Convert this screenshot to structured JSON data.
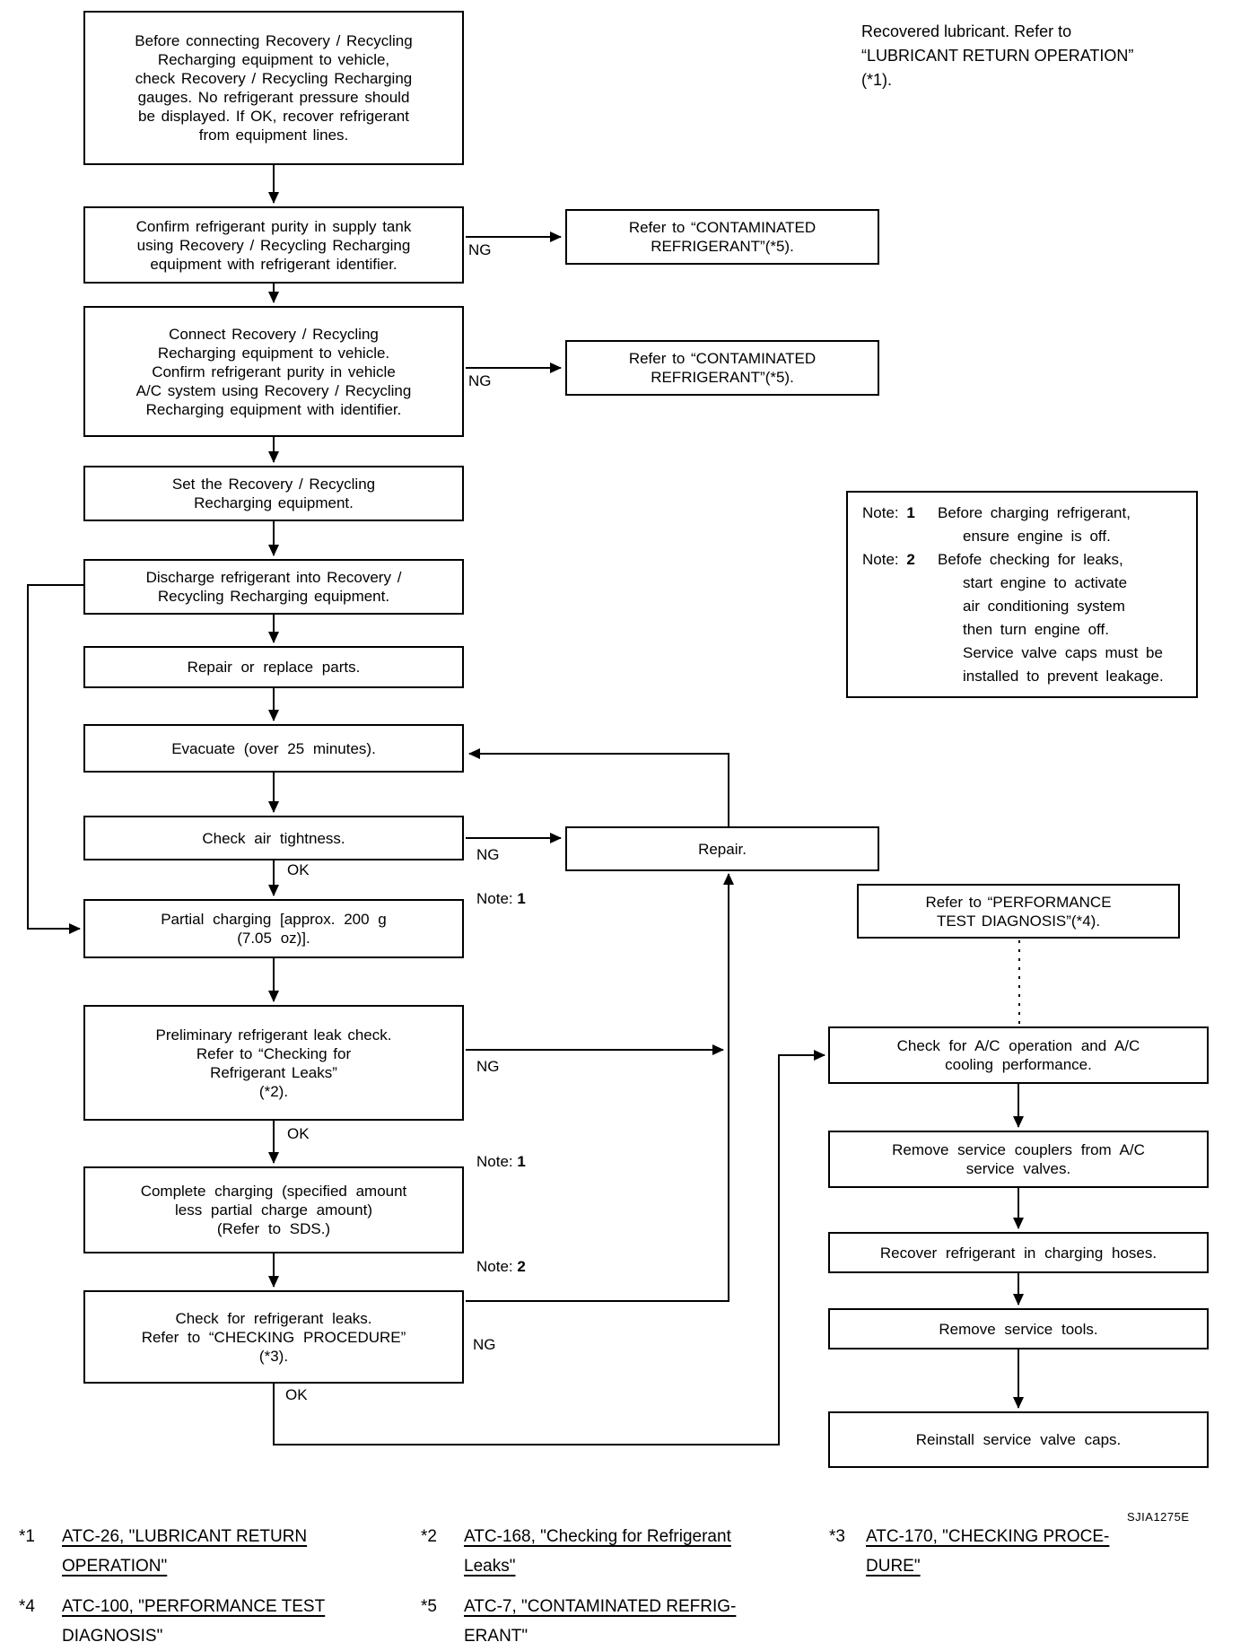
{
  "page": {
    "background": "#ffffff",
    "ink_color": "#000000",
    "code_label": "SJIA1275E"
  },
  "labels": {
    "ng": "NG",
    "ok": "OK",
    "note": "Note:",
    "n1": "1",
    "n2": "2"
  },
  "boxes": {
    "b1": "Before connecting Recovery / Recycling\nRecharging equipment to vehicle,\ncheck Recovery / Recycling Recharging\ngauges. No refrigerant pressure should\nbe displayed. If OK, recover refrigerant\nfrom equipment lines.",
    "b2": "Confirm refrigerant purity in supply tank\nusing Recovery / Recycling Recharging\nequipment with refrigerant identifier.",
    "b3": "Connect Recovery / Recycling\nRecharging equipment to vehicle.\nConfirm refrigerant purity in vehicle\nA/C system using Recovery / Recycling\nRecharging equipment with identifier.",
    "b4": "Set the Recovery / Recycling\nRecharging equipment.",
    "b5": "Discharge refrigerant into Recovery /\nRecycling Recharging equipment.",
    "b6": "Repair or replace parts.",
    "b7": "Evacuate (over 25 minutes).",
    "b8": "Check air tightness.",
    "b9": "Partial charging [approx. 200 g\n(7.05 oz)].",
    "b10": "Preliminary refrigerant leak check.\nRefer to “Checking for\nRefrigerant Leaks”\n(*2).",
    "b11": "Complete charging (specified amount\nless partial charge amount)\n(Refer to SDS.)",
    "b12": "Check for refrigerant leaks.\nRefer to “CHECKING PROCEDURE”\n(*3).",
    "contaminated1": "Refer to “CONTAMINATED\nREFRIGERANT”(*5).",
    "contaminated2": "Refer to “CONTAMINATED\nREFRIGERANT”(*5).",
    "repair": "Repair.",
    "performance": "Refer to “PERFORMANCE\nTEST DIAGNOSIS”(*4).",
    "rc1": "Check for A/C operation and A/C\ncooling performance.",
    "rc2": "Remove service couplers from A/C\nservice valves.",
    "rc3": "Recover refrigerant in charging hoses.",
    "rc4": "Remove service tools.",
    "rc5": "Reinstall service valve caps."
  },
  "annotations": {
    "recovered_lubricant": "Recovered lubricant. Refer to\n“LUBRICANT RETURN OPERATION”\n(*1)."
  },
  "notes": {
    "n1_text": "Before charging refrigerant,\nensure engine is off.",
    "n2_text": "Befofe checking for leaks,\nstart engine to activate\nair conditioning system\nthen turn engine off.\nService valve caps must be\ninstalled to prevent leakage."
  },
  "footnotes": [
    {
      "marker": "*1",
      "text": "ATC-26, \"LUBRICANT RETURN\nOPERATION\""
    },
    {
      "marker": "*2",
      "text": "ATC-168, \"Checking for Refrigerant\nLeaks\""
    },
    {
      "marker": "*3",
      "text": "ATC-170, \"CHECKING PROCE-\nDURE\""
    },
    {
      "marker": "*4",
      "text": "ATC-100, \"PERFORMANCE TEST\nDIAGNOSIS\""
    },
    {
      "marker": "*5",
      "text": "ATC-7, \"CONTAMINATED REFRIG-\nERANT\""
    }
  ]
}
